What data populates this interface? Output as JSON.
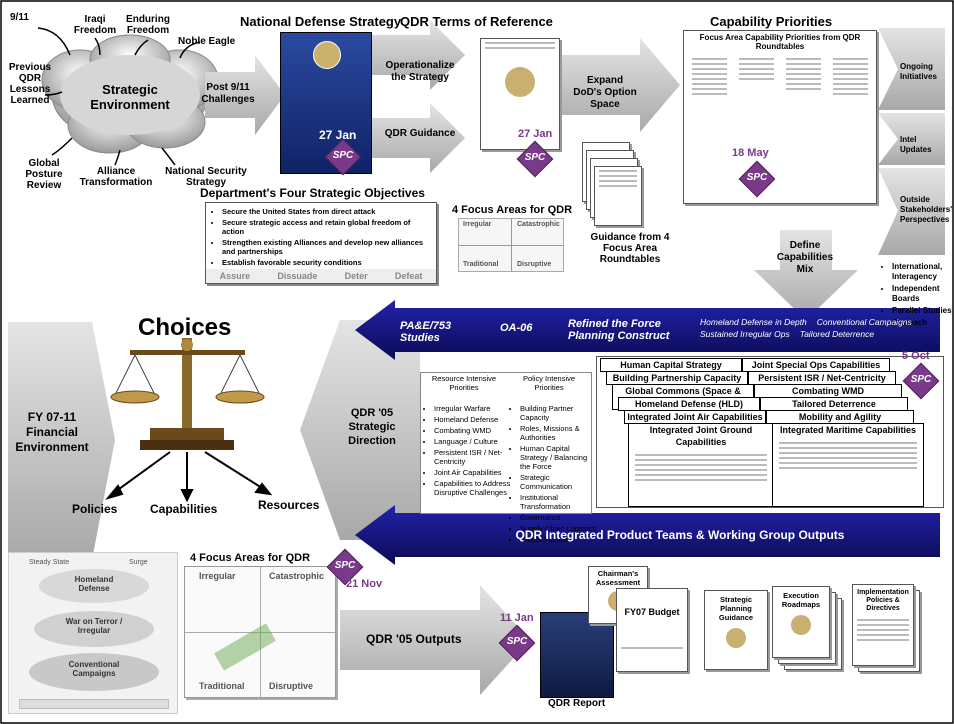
{
  "strategic_environment": {
    "title": "Strategic Environment",
    "drivers": [
      "9/11",
      "Iraqi Freedom",
      "Enduring Freedom",
      "Noble Eagle",
      "Previous QDR Lessons Learned",
      "Global Posture Review",
      "Alliance Transformation",
      "National Security Strategy"
    ]
  },
  "post911": "Post 9/11 Challenges",
  "nds": {
    "title": "National Defense Strategy",
    "date": "27 Jan"
  },
  "operationalize": "Operationalize the Strategy",
  "qdr_guidance": "QDR Guidance",
  "tor": {
    "title": "QDR Terms of Reference",
    "date": "27 Jan"
  },
  "expand": "Expand DoD's Option Space",
  "capability_priorities": {
    "title": "Capability Priorities",
    "doc_title": "Focus Area Capability Priorities from QDR Roundtables",
    "date": "18 May"
  },
  "right_panel": {
    "items": [
      "Ongoing Initiatives",
      "Intel Updates",
      "Outside Stakeholders' Perspectives"
    ],
    "bullets": [
      "International, Interagency",
      "Independent Boards",
      "Parallel Studies",
      "Outreach"
    ]
  },
  "four_objectives": {
    "title": "Department's Four Strategic Objectives",
    "items": [
      "Secure the United States from direct attack",
      "Secure strategic access and retain global freedom of action",
      "Strengthen existing Alliances and develop new alliances and partnerships",
      "Establish favorable security conditions"
    ],
    "labels": [
      "Assure",
      "Dissuade",
      "Deter",
      "Defeat"
    ]
  },
  "focus_areas_top": {
    "title": "4 Focus Areas for QDR",
    "quadrants": [
      "Irregular",
      "Catastrophic",
      "Traditional",
      "Disruptive"
    ]
  },
  "guidance_focus": "Guidance from 4 Focus Area Roundtables",
  "define_mix": "Define Capabilities Mix",
  "choices": {
    "title": "Choices",
    "outcomes": [
      "Policies",
      "Capabilities",
      "Resources"
    ]
  },
  "fy_environment": "FY 07-11 Financial Environment",
  "qdr_direction": "QDR '05 Strategic Direction",
  "blue_arrow": {
    "left": "PA&E/753 Studies",
    "mid": "OA-06",
    "right": "Refined the Force Planning Construct",
    "bullets": [
      "Homeland Defense in Depth",
      "Conventional Campaigns",
      "Sustained Irregular Ops",
      "Tailored Deterrence"
    ]
  },
  "resource_col": {
    "title": "Resource Intensive Priorities",
    "items": [
      "Irregular Warfare",
      "Homeland Defense",
      "Combating WMD",
      "Language / Culture",
      "Persistent ISR / Net-Centricity",
      "Joint Air Capabilities",
      "Capabilities to Address Disruptive Challenges"
    ]
  },
  "policy_col": {
    "title": "Policy Intensive Priorities",
    "items": [
      "Building Partner Capacity",
      "Roles, Missions & Authorities",
      "Human Capital Strategy / Balancing the Force",
      "Strategic Communication",
      "Institutional Transformation",
      "Governance",
      "Supply Chain Logistics",
      "Global Posture"
    ]
  },
  "ipt_stack": {
    "date": "5 Oct",
    "labels": [
      "Human Capital Strategy",
      "Joint Special Ops Capabilities",
      "Building Partnership Capacity",
      "Persistent ISR / Net-Centricity",
      "Global Commons (Space & Cyber)",
      "Combating WMD",
      "Homeland Defense (HLD)",
      "Tailored Deterrence",
      "Integrated Joint Air Capabilities",
      "Mobility and Agility",
      "Integrated Joint Ground Capabilities",
      "Integrated Maritime Capabilities"
    ]
  },
  "ipt_bar": "QDR Integrated Product Teams & Working Group Outputs",
  "bottom": {
    "steady_state": "Steady State",
    "surge": "Surge",
    "homeland": "Homeland Defense",
    "war_terror": "War on Terror / Irregular",
    "conventional": "Conventional Campaigns",
    "focus_title": "4 Focus Areas for QDR",
    "date_nov": "21 Nov",
    "outputs": "QDR '05 Outputs",
    "date_jan": "11 Jan",
    "chairman": "Chairman's Assessment",
    "report": "QDR Report",
    "budget": "FY07 Budget",
    "spg": "Strategic Planning Guidance",
    "roadmaps": "Execution Roadmaps",
    "implementation": "Implementation Policies & Directives"
  },
  "spc": "SPC",
  "colors": {
    "arrow_gray": "#b8b8b8",
    "blue": "#1a1a7a",
    "purple": "#7a3a8a",
    "nds_blue": "#1e3a8a"
  }
}
